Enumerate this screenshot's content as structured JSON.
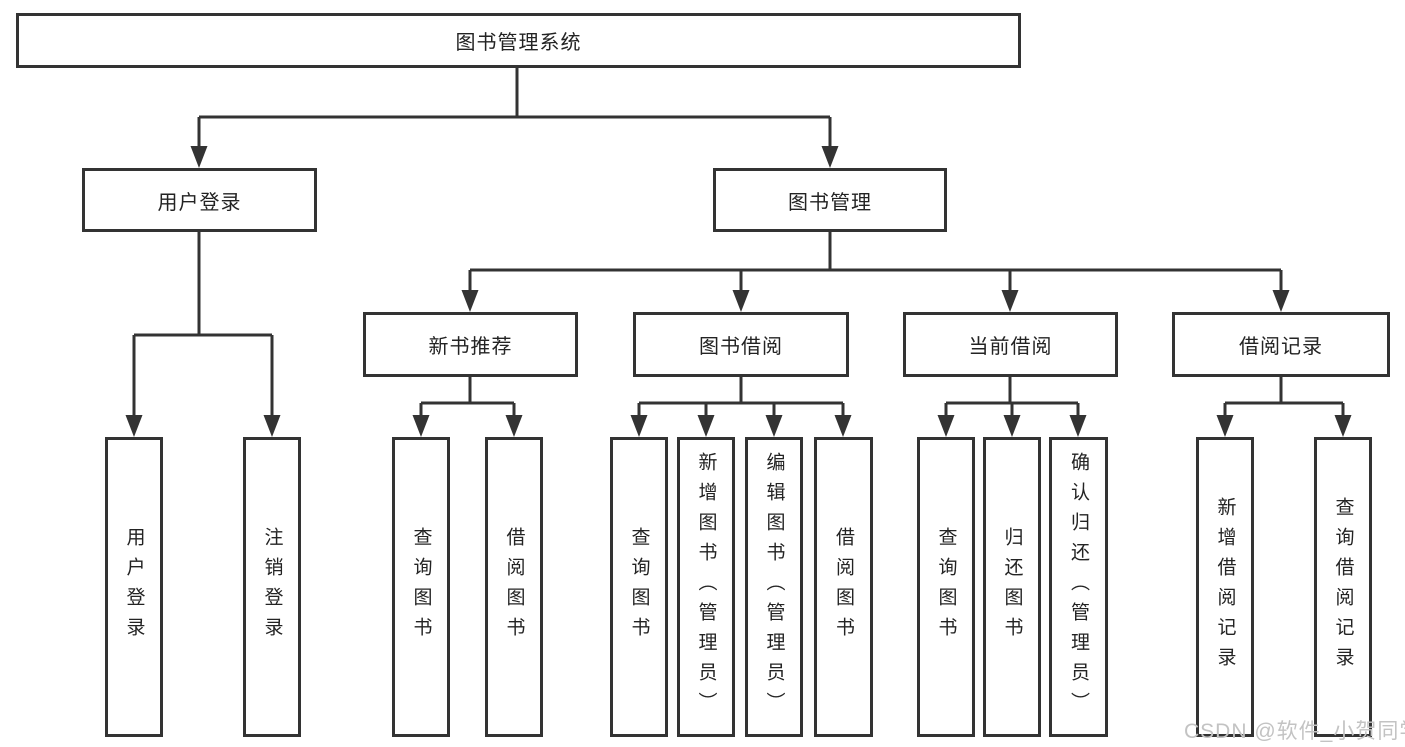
{
  "tree": {
    "label": "图书管理系统",
    "children": [
      {
        "label": "用户登录",
        "children": [
          {
            "label": "用户登录"
          },
          {
            "label": "注销登录"
          }
        ]
      },
      {
        "label": "图书管理",
        "children": [
          {
            "label": "新书推荐",
            "children": [
              {
                "label": "查询图书"
              },
              {
                "label": "借阅图书"
              }
            ]
          },
          {
            "label": "图书借阅",
            "children": [
              {
                "label": "查询图书"
              },
              {
                "label": "新增图书（管理员）"
              },
              {
                "label": "编辑图书（管理员）"
              },
              {
                "label": "借阅图书"
              }
            ]
          },
          {
            "label": "当前借阅",
            "children": [
              {
                "label": "查询图书"
              },
              {
                "label": "归还图书"
              },
              {
                "label": "确认归还（管理员）"
              }
            ]
          },
          {
            "label": "借阅记录",
            "children": [
              {
                "label": "新增借阅记录"
              },
              {
                "label": "查询借阅记录"
              }
            ]
          }
        ]
      }
    ]
  },
  "watermark": "CSDN @软件_小贺同学",
  "colors": {
    "line": "#333333",
    "box_border": "#333333",
    "box_fill": "#ffffff",
    "text": "#232323",
    "watermark": "#c3c3c3",
    "background": "#ffffff"
  }
}
